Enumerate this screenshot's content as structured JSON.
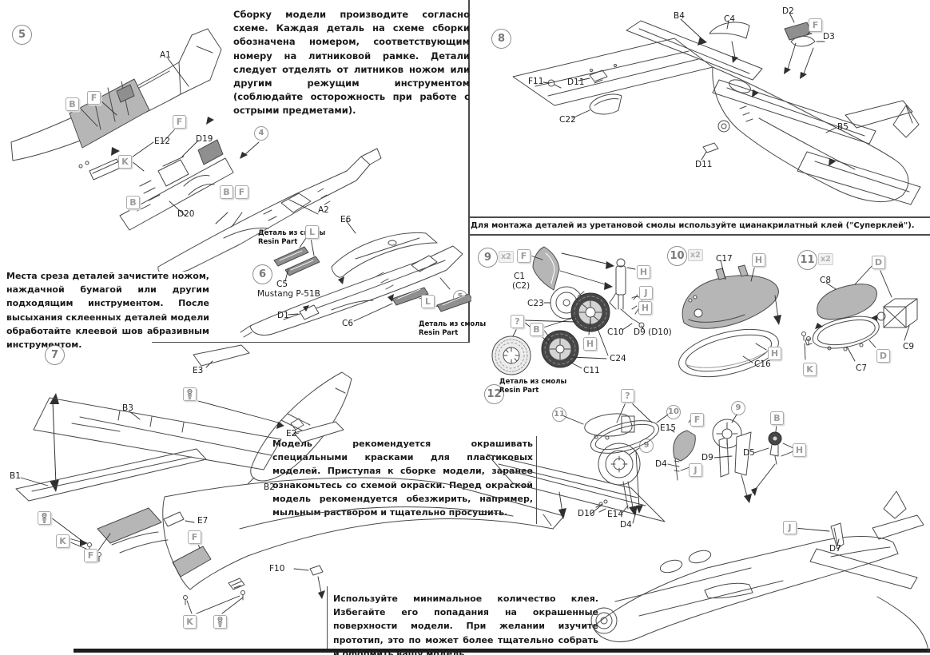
{
  "texts": {
    "assembly_note": "Сборку модели производите согласно схеме. Каждая деталь на схеме сборки обозначена номером, соответствующим номеру на литниковой рамке. Детали следует отделять от литников ножом или другим режущим инструментом (соблюдайте осторожность при работе с острыми предметами).",
    "sanding_note": "Места среза деталей зачистите ножом, наждачной бумагой или другим подходящим инструментом. После высыхания склеенных деталей модели обработайте клеевой шов абразивным инструментом.",
    "resin_glue_note": "Для монтажа деталей из уретановой смолы используйте цианакрилатный клей (\"Суперклей\").",
    "painting_note": "Модель рекомендуется окрашивать специальными красками для пластиковых моделей. Приступая к сборке модели, заранее ознакомьтесь со схемой окраски. Перед окраской модель рекомендуется обезжирить, например, мыльным раствором и тщательно просушить.",
    "glue_note": "Используйте минимальное количество клея. Избегайте его попадания на окрашенные поверхности модели. При желании изучите прототип, это по может более тщательно собрать и оформить вашу модель."
  },
  "captions": {
    "resin_part_ru": "Деталь из смолы",
    "resin_part_en": "Resin Part",
    "model_name": "Mustang P-51B",
    "multiplier": "x2"
  },
  "step_numbers": {
    "n4": "4",
    "n5": "5",
    "n6": "6",
    "n7": "7",
    "n8": "8",
    "n9": "9",
    "n10": "10",
    "n11": "11",
    "n12": "12"
  },
  "box_letters": {
    "b": "B",
    "d": "D",
    "f": "F",
    "h": "H",
    "j": "J",
    "k": "K",
    "l": "L",
    "question": "?"
  },
  "parts": {
    "a1": "A1",
    "a2": "A2",
    "b1": "B1",
    "b2": "B2",
    "b3": "B3",
    "b4": "B4",
    "b5": "B5",
    "c1": "C1",
    "c2": "(C2)",
    "c4": "C4",
    "c5": "C5",
    "c6": "C6",
    "c7": "C7",
    "c8": "C8",
    "c9": "C9",
    "c10": "C10",
    "c11": "C11",
    "c16": "C16",
    "c17": "C17",
    "c22": "C22",
    "c23": "C23",
    "c24": "C24",
    "d1": "D1",
    "d2": "D2",
    "d3": "D3",
    "d4": "D4",
    "d5": "D5",
    "d7": "D7",
    "d9": "D9",
    "d9_d10": "D9 (D10)",
    "d10": "D10",
    "d11": "D11",
    "d19": "D19",
    "d20": "D20",
    "e2": "E2",
    "e3": "E3",
    "e6": "E6",
    "e7": "E7",
    "e12": "E12",
    "e14": "E14",
    "e15": "E15",
    "f10": "F10",
    "f11": "F11"
  }
}
